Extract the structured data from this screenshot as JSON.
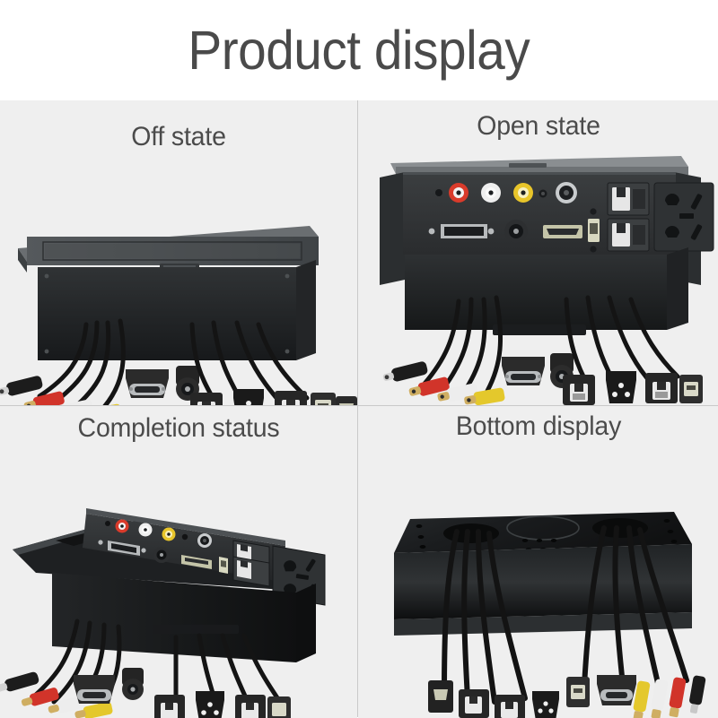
{
  "header": {
    "title": "Product display"
  },
  "panels": [
    {
      "id": "off-state",
      "label": "Off state",
      "description": "Closed black tabletop multimedia socket box with flush lid, cables hanging below"
    },
    {
      "id": "open-state",
      "label": "Open state",
      "description": "Lid opened showing connector panel with RCA, VGA, HDMI, USB, RJ45 and universal power socket"
    },
    {
      "id": "completion-status",
      "label": "Completion status",
      "description": "Angled view of the installed open unit with all pigtail cables attached"
    },
    {
      "id": "bottom-display",
      "label": "Bottom display",
      "description": "Underside of the metal enclosure showing two cable exit holes and mounting holes"
    }
  ],
  "connector_panel": {
    "top_row": [
      {
        "name": "rca-jack-red",
        "label": "RCA Red",
        "color": "#d93b2b"
      },
      {
        "name": "rca-jack-white",
        "label": "RCA White",
        "color": "#f2f2f2"
      },
      {
        "name": "rca-jack-yellow",
        "label": "RCA Yellow",
        "color": "#e8c52a"
      },
      {
        "name": "audio-jack-3.5mm",
        "label": "3.5mm Audio",
        "color": "#2a2a2a"
      }
    ],
    "bottom_row": [
      {
        "name": "vga-port",
        "label": "VGA",
        "color": "#b8b8b8"
      },
      {
        "name": "audio-jack-3.5mm",
        "label": "3.5mm Audio",
        "color": "#2a2a2a"
      },
      {
        "name": "hdmi-port",
        "label": "HDMI",
        "color": "#c4c4a8"
      },
      {
        "name": "usb-port",
        "label": "USB",
        "color": "#d8d8c0"
      }
    ],
    "right_group": [
      {
        "name": "rj45-port-upper",
        "label": "RJ45 LAN 1"
      },
      {
        "name": "rj45-port-lower",
        "label": "RJ45 LAN 2"
      },
      {
        "name": "universal-power-socket",
        "label": "Universal Power Socket"
      }
    ]
  },
  "cables": [
    {
      "name": "audio-plug-3.5mm",
      "label": "3.5mm Audio",
      "color": "#1c1c1c"
    },
    {
      "name": "rca-plug-red",
      "label": "RCA Red",
      "color": "#d1342a"
    },
    {
      "name": "rca-plug-white",
      "label": "RCA White",
      "color": "#ededed"
    },
    {
      "name": "rca-plug-yellow",
      "label": "RCA Yellow",
      "color": "#e4c82c"
    },
    {
      "name": "vga-connector",
      "label": "VGA Female",
      "color": "#2b2b2b"
    },
    {
      "name": "audio-connector-round",
      "label": "Audio Round",
      "color": "#242424"
    },
    {
      "name": "rj45-connector-1",
      "label": "RJ45",
      "color": "#262626"
    },
    {
      "name": "iec-c14-power-connector",
      "label": "IEC C14 Power",
      "color": "#1a1a1a"
    },
    {
      "name": "rj45-connector-2",
      "label": "RJ45",
      "color": "#262626"
    },
    {
      "name": "usb-connector",
      "label": "USB A",
      "color": "#2e2e2e"
    },
    {
      "name": "hdmi-connector",
      "label": "HDMI",
      "color": "#2a2a2a"
    }
  ],
  "colors": {
    "background": "#ffffff",
    "cell_background": "#efefef",
    "divider": "#c9c9c9",
    "title_text": "#4a4a4a",
    "label_text": "#4b4b4b",
    "body_black": "#2f3234",
    "body_black_dark": "#1a1c1e"
  }
}
